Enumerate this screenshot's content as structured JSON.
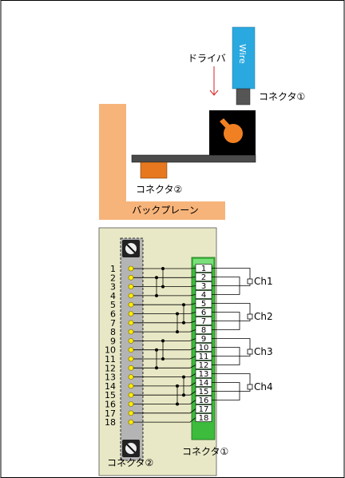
{
  "labels": {
    "driver": "ドライバ",
    "wire": "Wire",
    "connector1_top": "コネクタ①",
    "connector2_top": "コネクタ②",
    "backplane": "バックプレーン",
    "connector2_bottom": "コネクタ②",
    "connector1_bottom": "コネクタ①"
  },
  "connector2_pins": [
    "1",
    "2",
    "3",
    "4",
    "5",
    "6",
    "7",
    "8",
    "9",
    "10",
    "11",
    "12",
    "13",
    "14",
    "15",
    "16",
    "17",
    "18"
  ],
  "connector1_pins": [
    "1",
    "2",
    "3",
    "4",
    "5",
    "6",
    "7",
    "8",
    "9",
    "10",
    "11",
    "12",
    "13",
    "14",
    "15",
    "16",
    "17",
    "18"
  ],
  "channels": [
    "Ch1",
    "Ch2",
    "Ch3",
    "Ch4"
  ],
  "colors": {
    "backplane": "#f7b47a",
    "connector2": "#e7781f",
    "wire": "#2aa9e0",
    "module_board": "#e8e8c6",
    "terminal_block": "#3cbb3c",
    "driver_arrow": "#d62020",
    "knob": "#f08022",
    "pin_dot": "#ffee00"
  }
}
